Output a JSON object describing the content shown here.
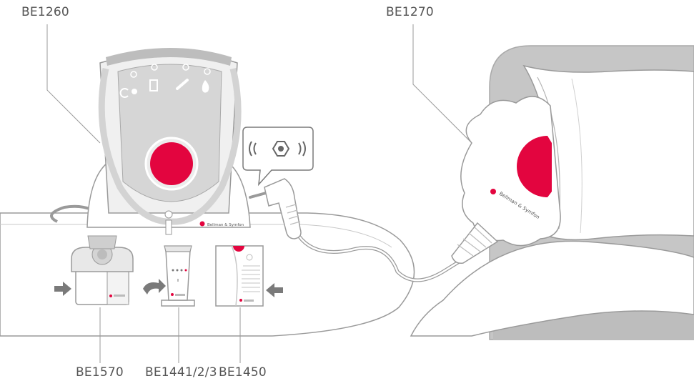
{
  "labels": {
    "be1260": "BE1260",
    "be1270": "BE1270",
    "be1570": "BE1570",
    "be1441": "BE1441/2/3",
    "be1450": "BE1450"
  },
  "brand": {
    "name": "Bellman & Symfon",
    "logo_text": "Bellman & Symfon"
  },
  "colors": {
    "accent_red": "#e3053f",
    "device_grey": "#d9d9d9",
    "outline": "#9a9a9a",
    "headboard": "#bdbdbd",
    "arrow_grey": "#7a7a7a"
  },
  "icons": [
    "baby-monitor-icon",
    "door-icon",
    "phone-icon",
    "fire-icon",
    "vibration-signal-icon"
  ]
}
